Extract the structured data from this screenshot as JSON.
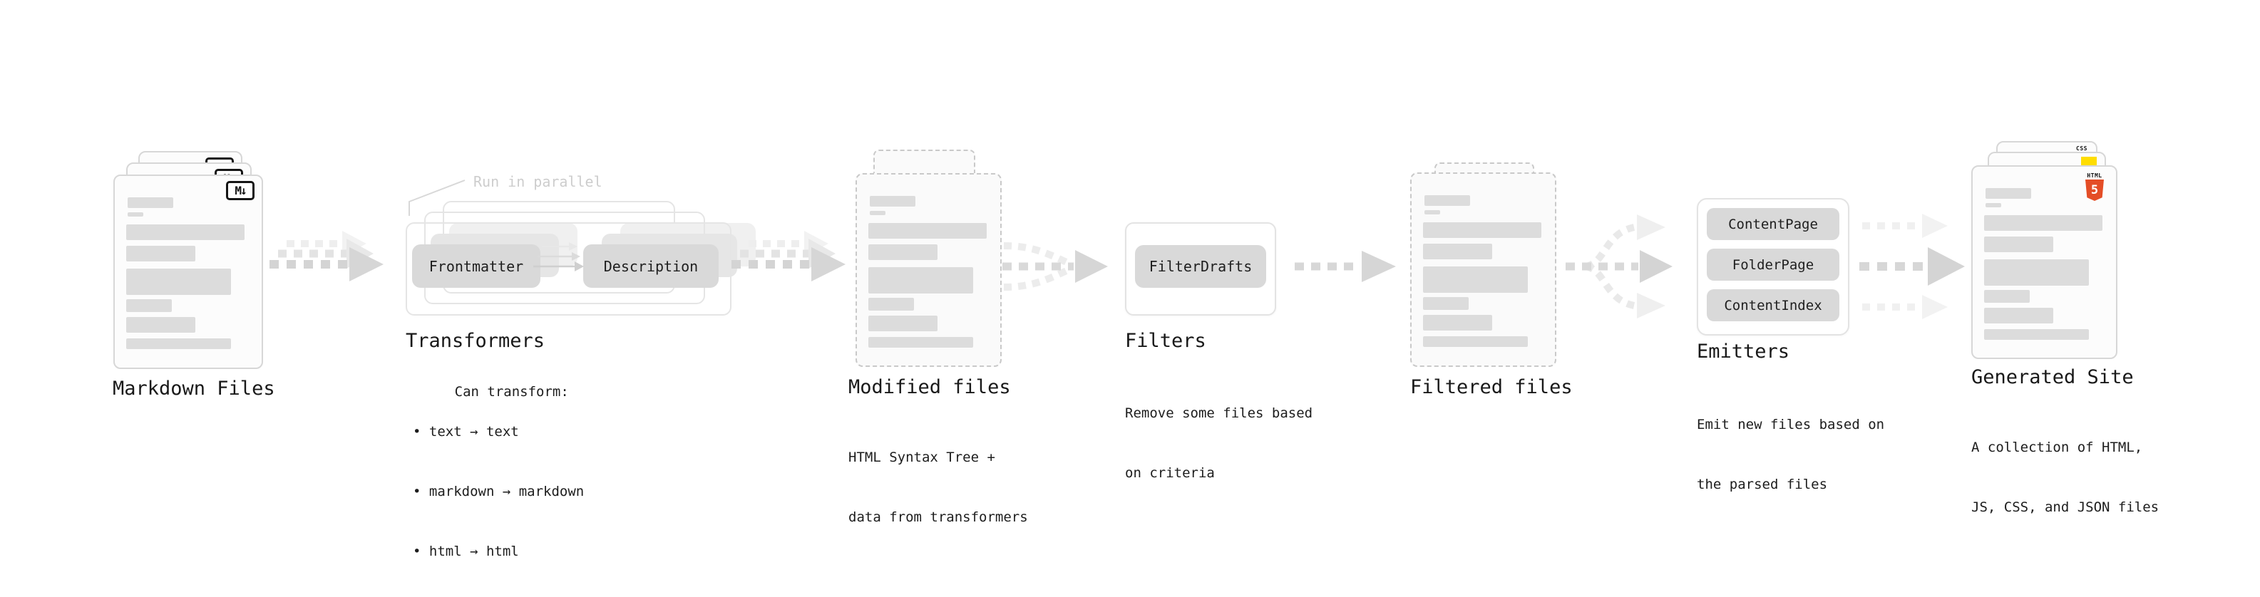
{
  "diagram": {
    "stages": {
      "markdown": {
        "label": "Markdown Files"
      },
      "transformers": {
        "label": "Transformers",
        "note": "Run in parallel",
        "pill_left": "Frontmatter",
        "pill_right": "Description",
        "desc_title": "Can transform:",
        "bullets": [
          "• text → text",
          "• markdown → markdown",
          "• html → html"
        ]
      },
      "modified": {
        "label": "Modified files",
        "desc": [
          "HTML Syntax Tree +",
          "data from transformers"
        ]
      },
      "filters": {
        "label": "Filters",
        "pill": "FilterDrafts",
        "desc": [
          "Remove some files based",
          "on criteria"
        ]
      },
      "filtered": {
        "label": "Filtered files"
      },
      "emitters": {
        "label": "Emitters",
        "pills": [
          "ContentPage",
          "FolderPage",
          "ContentIndex"
        ],
        "desc": [
          "Emit new files based on",
          "the parsed files"
        ]
      },
      "generated": {
        "label": "Generated Site",
        "desc": [
          "A collection of HTML,",
          "JS, CSS, and JSON files"
        ]
      }
    },
    "icons": {
      "markdown_badge": "M↓",
      "html5_caption": "HTML",
      "html5_numeral": "5",
      "css_badge": "CSS"
    },
    "colors": {
      "html5_orange": "#e44d26",
      "js_yellow": "#ffdd00",
      "css_blue": "#2d66f4",
      "pill_gray": "#d9d9d9",
      "placeholder_bar_gray": "#dcdcdc",
      "arrow_gray": "#d4d4d4",
      "arrow_light_gray": "#efefef",
      "note_gray": "#cdcdcd",
      "text_dark": "#1a1a1a"
    }
  }
}
